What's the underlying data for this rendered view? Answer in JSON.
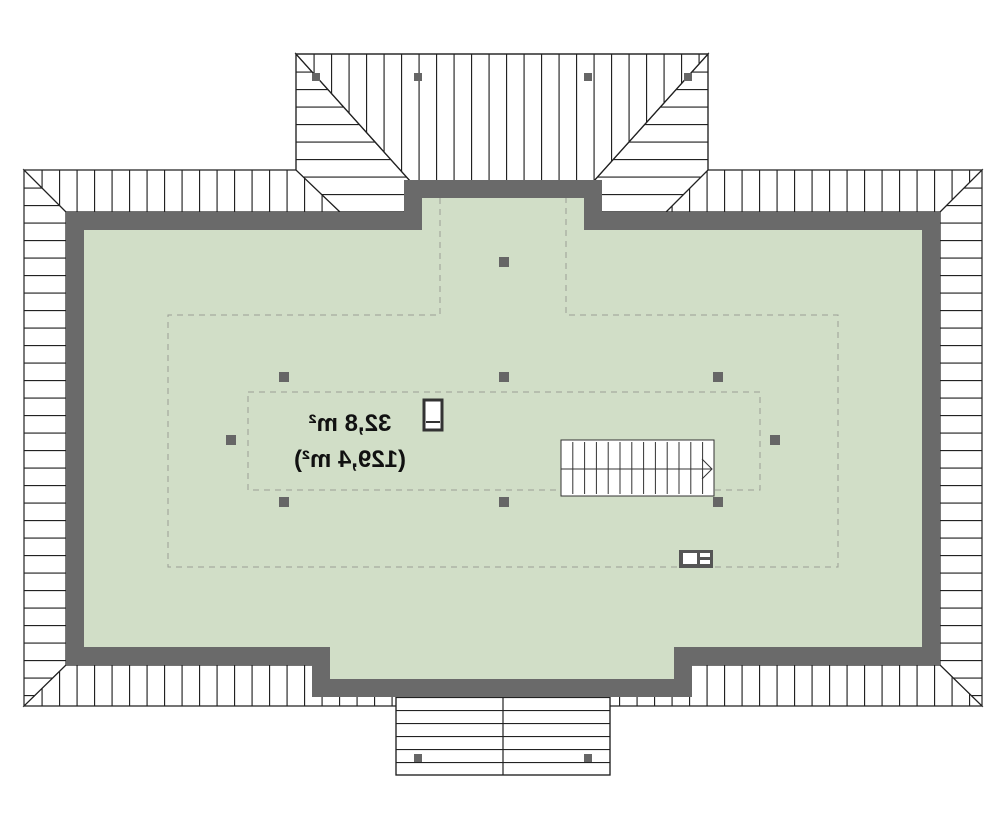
{
  "plan": {
    "title": "Attic roof plan",
    "room_area": "32,8 m²",
    "total_area": "(129,4 m²)",
    "text_mirrored": true
  },
  "colors": {
    "floor": "#d1dec7",
    "wall": "#6a6a6a",
    "hatch": "#222222",
    "post": "#666666"
  }
}
